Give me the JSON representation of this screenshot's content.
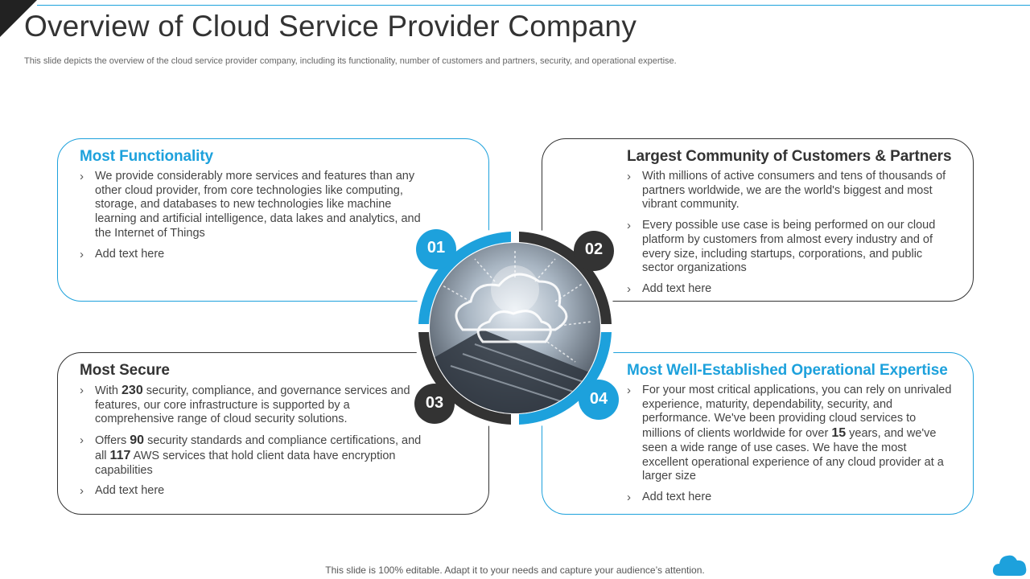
{
  "page": {
    "title": "Overview of Cloud Service Provider Company",
    "subtitle": "This slide depicts the overview of the cloud service provider company, including its functionality, number of customers and partners, security, and operational expertise.",
    "footer": "This slide is 100% editable. Adapt it to your needs and capture your audience’s attention."
  },
  "colors": {
    "accent": "#1da1dc",
    "dark": "#333333",
    "background": "#ffffff"
  },
  "hub": {
    "numbers": [
      "01",
      "02",
      "03",
      "04"
    ],
    "image": "cloud-computing-photo"
  },
  "cards": [
    {
      "title": "Most Functionality",
      "bullets": [
        {
          "text": "We provide considerably more services and features than any other cloud provider, from core technologies like computing, storage, and databases to new technologies like machine learning and artificial intelligence, data lakes and analytics, and the Internet of Things"
        },
        {
          "text": "Add text here"
        }
      ]
    },
    {
      "title": "Largest Community of Customers & Partners",
      "bullets": [
        {
          "text": "With millions of active consumers and tens of thousands of partners worldwide, we are the world's biggest and most vibrant community."
        },
        {
          "text": "Every possible use case is being performed on our cloud platform by customers from almost every industry and of every size, including startups, corporations, and public sector organizations"
        },
        {
          "text": "Add text here"
        }
      ]
    },
    {
      "title": "Most Secure",
      "bullets": [
        {
          "pre": "With ",
          "bold": "230",
          "post": " security, compliance, and governance services and features, our core infrastructure is supported by a comprehensive range of cloud security solutions."
        },
        {
          "pre": "Offers ",
          "bold": "90",
          "mid": " security standards and compliance certifications, and all ",
          "bold2": "117",
          "post": " AWS services that hold client data have encryption capabilities"
        },
        {
          "text": "Add text here"
        }
      ]
    },
    {
      "title": "Most Well-Established Operational Expertise",
      "bullets": [
        {
          "pre": "For your most critical applications, you can rely on unrivaled experience, maturity, dependability, security, and performance. We've been providing cloud services to millions of clients worldwide for over ",
          "bold": "15",
          "post": " years, and we've seen a wide range of use cases. We have the most excellent operational experience of any cloud provider at a larger size"
        },
        {
          "text": "Add text here"
        }
      ]
    }
  ]
}
